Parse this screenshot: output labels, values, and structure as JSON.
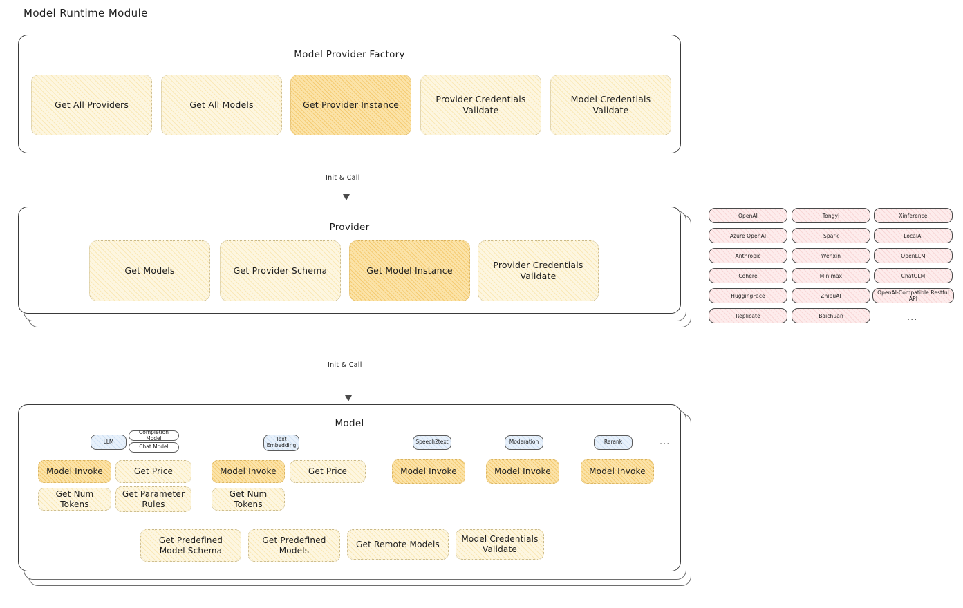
{
  "title": "Model Runtime Module",
  "factory": {
    "title": "Model Provider Factory",
    "methods": [
      {
        "label": "Get All Providers",
        "highlighted": false
      },
      {
        "label": "Get All Models",
        "highlighted": false
      },
      {
        "label": "Get Provider Instance",
        "highlighted": true
      },
      {
        "label": "Provider Credentials Validate",
        "highlighted": false
      },
      {
        "label": "Model Credentials Validate",
        "highlighted": false
      }
    ]
  },
  "arrow1": {
    "label": "Init & Call"
  },
  "provider": {
    "title": "Provider",
    "methods": [
      {
        "label": "Get Models",
        "highlighted": false
      },
      {
        "label": "Get Provider Schema",
        "highlighted": false
      },
      {
        "label": "Get Model Instance",
        "highlighted": true
      },
      {
        "label": "Provider Credentials Validate",
        "highlighted": false
      }
    ]
  },
  "arrow2": {
    "label": "Init & Call"
  },
  "provider_list": {
    "columns": [
      [
        "OpenAI",
        "Azure OpenAI",
        "Anthropic",
        "Cohere",
        "HuggingFace",
        "Replicate"
      ],
      [
        "Tongyi",
        "Spark",
        "Wenxin",
        "Minimax",
        "ZhipuAI",
        "Baichuan"
      ],
      [
        "Xinference",
        "LocalAI",
        "OpenLLM",
        "ChatGLM",
        "OpenAI-Compatible Restful API"
      ]
    ],
    "more": "..."
  },
  "model": {
    "title": "Model",
    "more": "...",
    "types": [
      {
        "tag": "LLM",
        "subtags": [
          "Completion Model",
          "Chat Model"
        ],
        "methods": [
          {
            "label": "Model Invoke",
            "highlighted": true
          },
          {
            "label": "Get Price",
            "highlighted": false
          },
          {
            "label": "Get Num Tokens",
            "highlighted": false
          },
          {
            "label": "Get Parameter Rules",
            "highlighted": false
          }
        ]
      },
      {
        "tag": "Text Embedding",
        "subtags": [],
        "methods": [
          {
            "label": "Model Invoke",
            "highlighted": true
          },
          {
            "label": "Get Price",
            "highlighted": false
          },
          {
            "label": "Get Num Tokens",
            "highlighted": false
          }
        ]
      },
      {
        "tag": "Speech2text",
        "subtags": [],
        "methods": [
          {
            "label": "Model Invoke",
            "highlighted": true
          }
        ]
      },
      {
        "tag": "Moderation",
        "subtags": [],
        "methods": [
          {
            "label": "Model Invoke",
            "highlighted": true
          }
        ]
      },
      {
        "tag": "Rerank",
        "subtags": [],
        "methods": [
          {
            "label": "Model Invoke",
            "highlighted": true
          }
        ]
      }
    ],
    "shared_methods": [
      "Get Predefined Model Schema",
      "Get Predefined Models",
      "Get Remote Models",
      "Model Credentials Validate"
    ]
  }
}
